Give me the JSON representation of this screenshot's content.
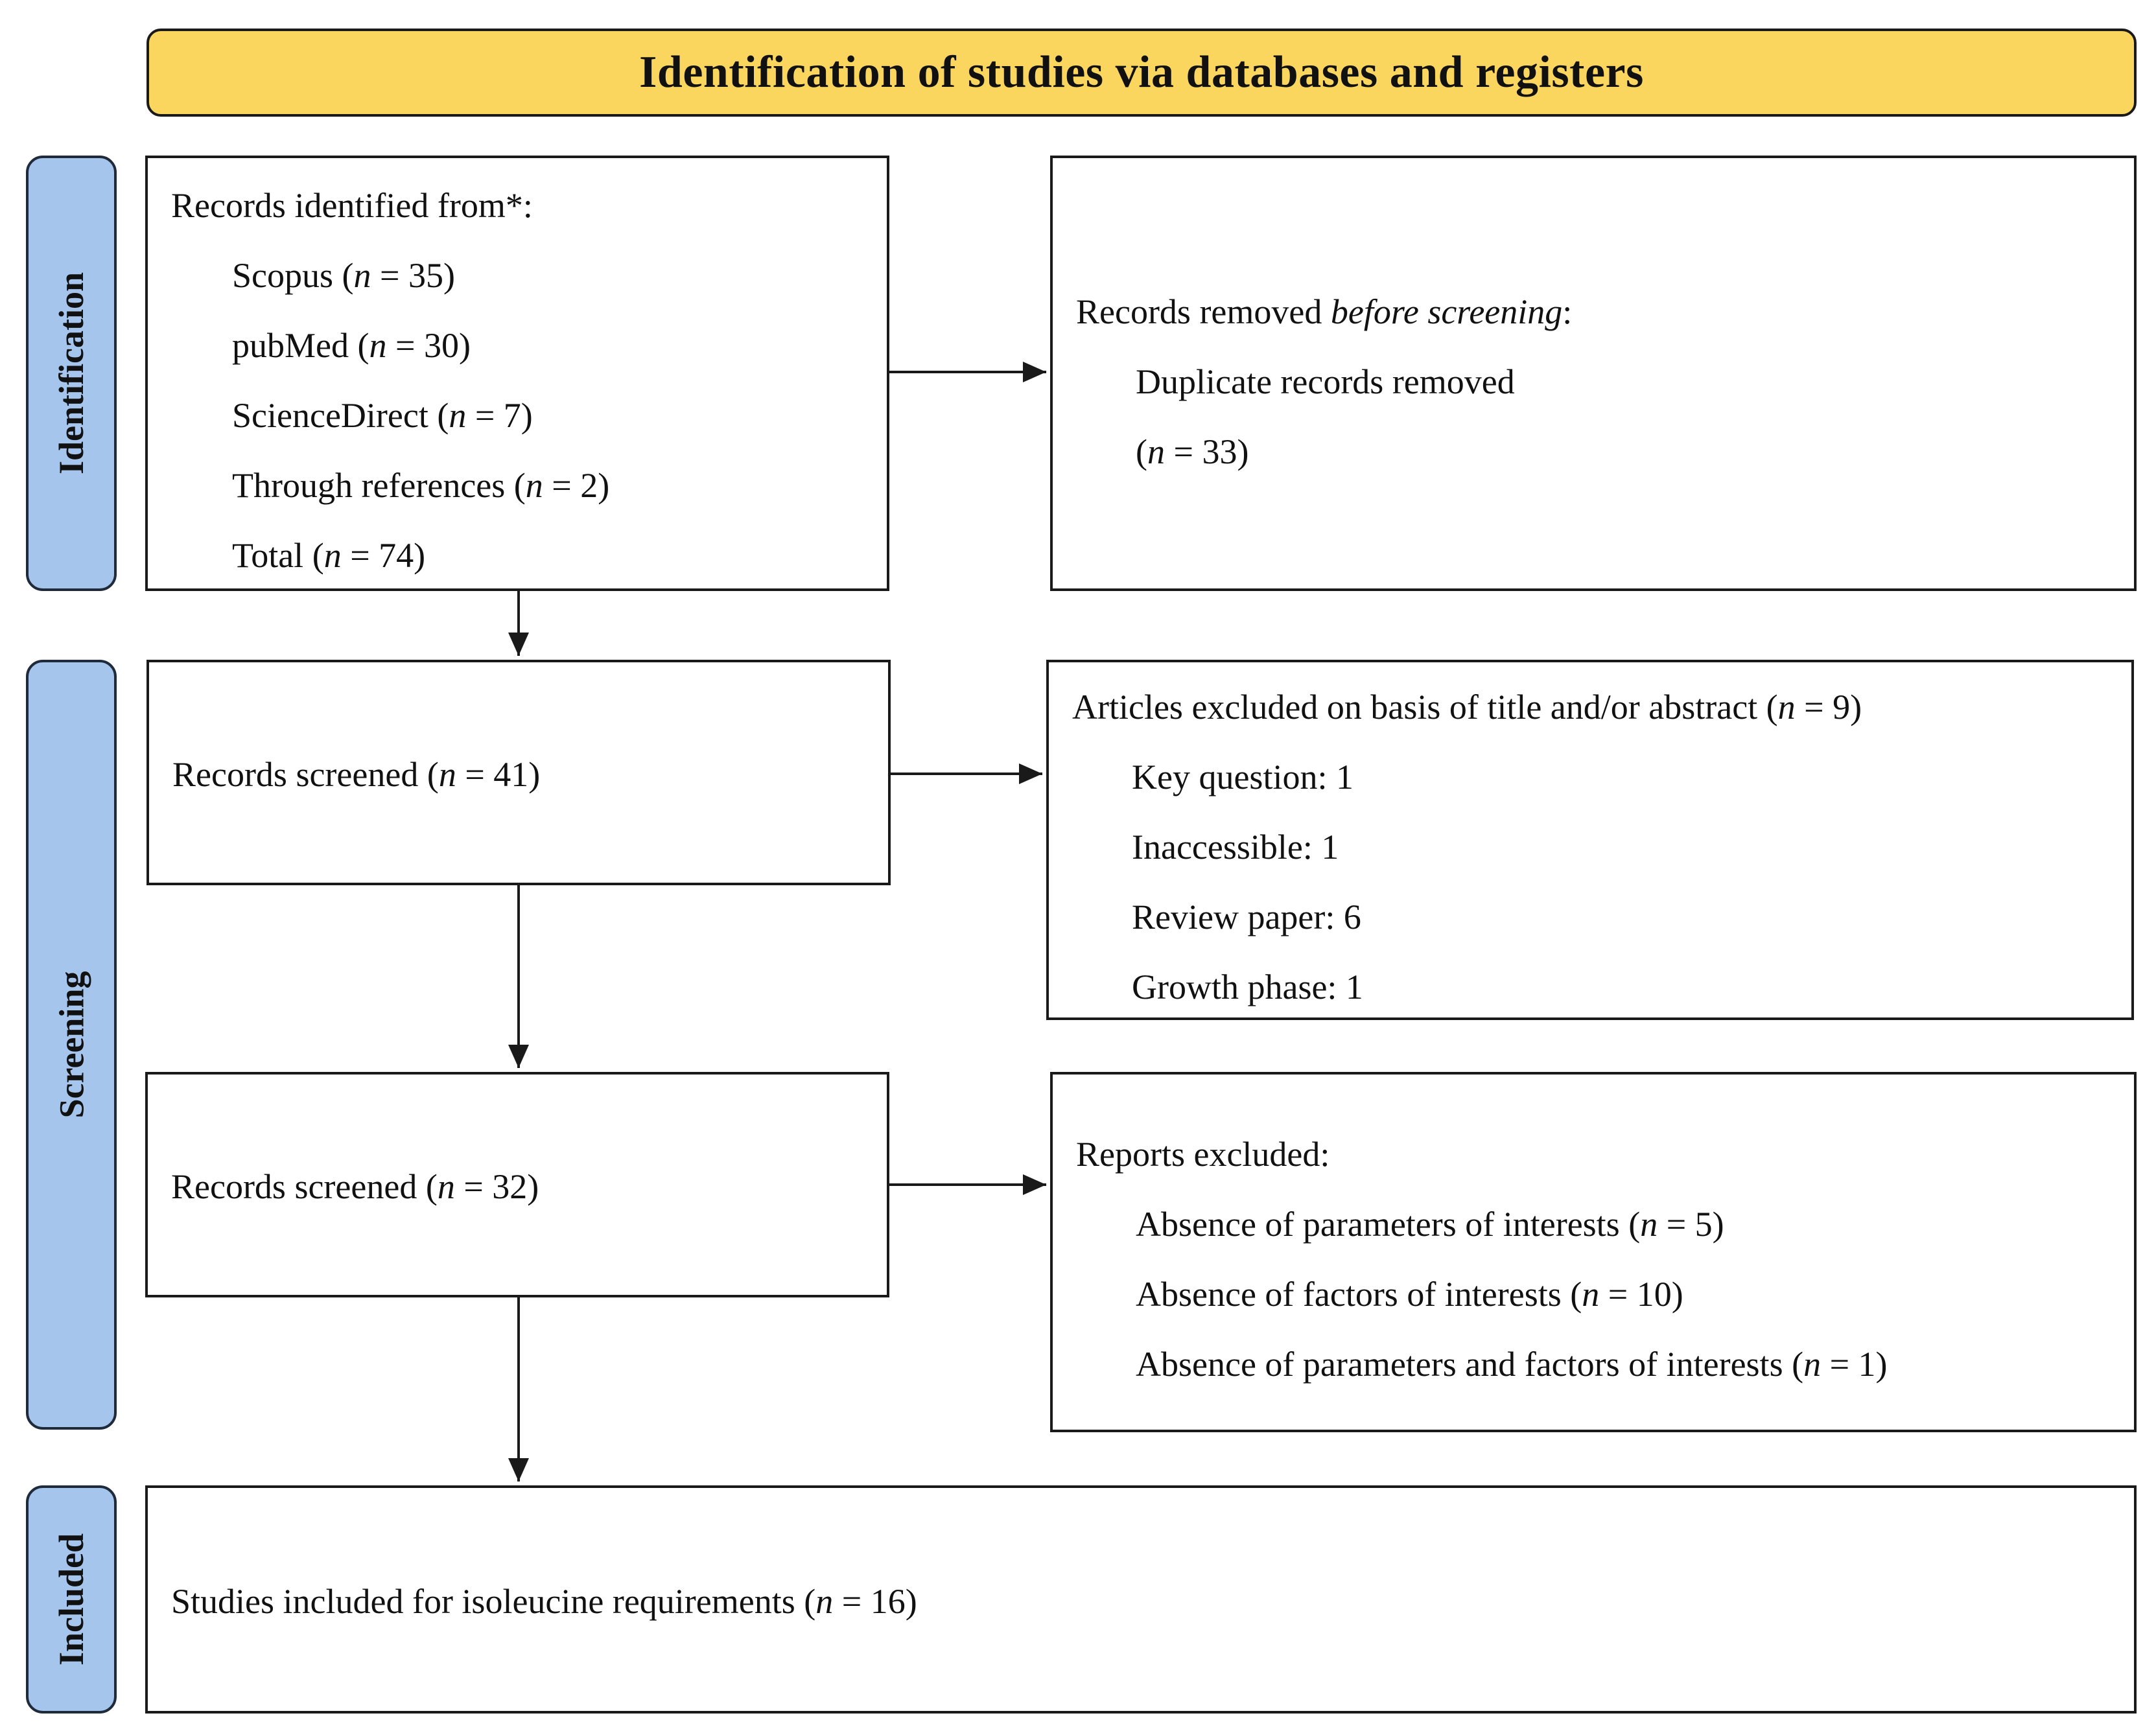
{
  "colors": {
    "header_fill": "#fad65e",
    "side_fill": "#a6c5ec",
    "box_border": "#1a1a1a"
  },
  "header": {
    "title": "Identification of studies via databases and registers"
  },
  "phases": {
    "identification": "Identification",
    "screening": "Screening",
    "included": "Included"
  },
  "records_identified": {
    "heading": "Records identified from*:",
    "scopus_label": "Scopus",
    "scopus_count": "35",
    "pubmed_label": "pubMed",
    "pubmed_count": "30",
    "sciencedirect_label": "ScienceDirect",
    "sciencedirect_count": "7",
    "references_label": "Through references",
    "references_count": "2",
    "total_label": "Total",
    "total_count": "74"
  },
  "records_removed": {
    "heading": "Records removed",
    "heading_italic": "before screening",
    "heading_suffix": ":",
    "duplicates_label": "Duplicate records removed",
    "duplicates_count": "33"
  },
  "screened_1": {
    "label": "Records screened",
    "count": "41"
  },
  "articles_excluded": {
    "heading": "Articles excluded on basis of title and/or abstract",
    "heading_count": "9",
    "key_question": "Key question: 1",
    "inaccessible": "Inaccessible: 1",
    "review_paper": "Review paper: 6",
    "growth_phase": "Growth phase: 1"
  },
  "screened_2": {
    "label": "Records screened",
    "count": "32"
  },
  "reports_excluded": {
    "heading": "Reports excluded:",
    "parameters_label": "Absence of parameters of interests",
    "parameters_count": "5",
    "factors_label": "Absence of factors of interests",
    "factors_count": "10",
    "both_label": "Absence of parameters and factors of interests",
    "both_count": "1"
  },
  "included_studies": {
    "label": "Studies included for isoleucine requirements",
    "count": "16"
  },
  "n_symbol": "n",
  "equals": " = "
}
